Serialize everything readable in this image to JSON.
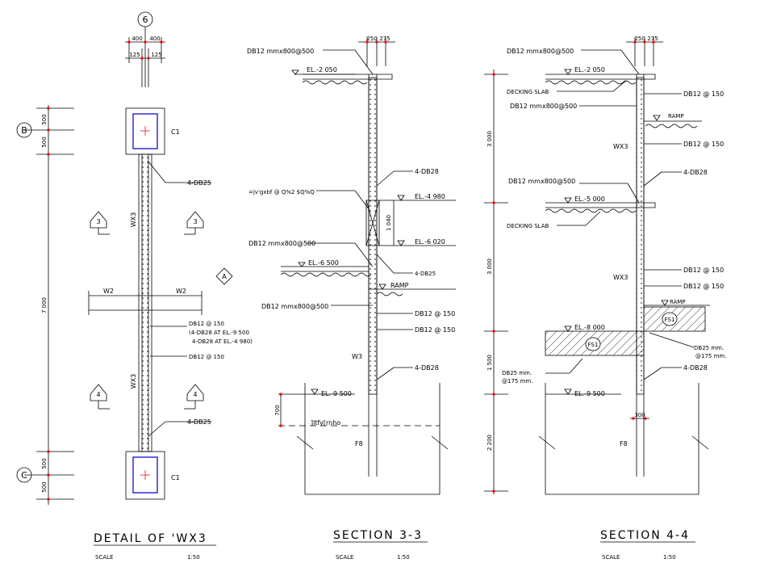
{
  "detail": {
    "grid_top": "6",
    "grid_b": "B",
    "grid_c": "C",
    "dim_top_left": "400",
    "dim_top_right": "400",
    "dim_top_left2": "125",
    "dim_top_right2": "125",
    "dim_b_up": "500",
    "dim_b_down": "500",
    "dim_total": "7 000",
    "dim_c_up": "500",
    "dim_c_down": "500",
    "col_label_top": "C1",
    "col_label_bottom": "C1",
    "wall_label_top": "WX3",
    "wall_label_bottom": "WX3",
    "w2_left": "W2",
    "w2_right": "W2",
    "sec_3": "3",
    "sec_4": "4",
    "view_a": "A",
    "bar_top": "4-DB25",
    "bar_mid1": "DB12 @ 150",
    "bar_mid2": "(4-DB28 AT EL.-9 500",
    "bar_mid3": "4-DB28 AT EL.-4 980)",
    "bar_mid4": "DB12 @ 150",
    "bar_bottom": "4-DB25",
    "title": "DETAIL  OF  'WX3",
    "scale_label": "SCALE",
    "scale_value": "1:50"
  },
  "section33": {
    "dim_a": "250",
    "dim_b": "275",
    "n_top": "DB12  mmx800@500",
    "el_top": "EL.-2 050",
    "bar_4db28": "4-DB28",
    "garbled": "=jv'gxbf @ Q%2  $Q%Q",
    "el_4980": "EL.-4 980",
    "dim_1040": "1 040",
    "el_6020": "EL.-6 020",
    "n_mid": "DB12  mmx800@500",
    "el_6500": "EL.-6 500",
    "bar_4db25": "4-DB25",
    "ramp": "RAMP",
    "n_ramp": "DB12  mmx800@500",
    "db12_1": "DB12  @  150",
    "db12_2": "DB12  @  150",
    "w3": "W3",
    "bar_4db28b": "4-DB28",
    "el_9500": "EL.-9 500",
    "dim_700": "700",
    "footnote": "]ltfy[rnho",
    "footing": "F8",
    "title": "SECTION  3-3",
    "scale_label": "SCALE",
    "scale_value": "1:50"
  },
  "section44": {
    "dim_a": "250",
    "dim_b": "275",
    "n_top": "DB12  mmx800@500",
    "el_top": "EL.-2 050",
    "decking1": "DECKING  SLAB",
    "db12_150_a": "DB12  @  150",
    "n_2": "DB12  mmx800@500",
    "ramp1": "RAMP",
    "dim_3000a": "3 000",
    "wx3_a": "WX3",
    "db12_150_b": "DB12  @  150",
    "bar_4db28": "4-DB28",
    "n_3": "DB12  mmx800@500",
    "el_5000": "EL.-5 000",
    "decking2": "DECKING  SLAB",
    "dim_3000b": "3 000",
    "db12_150_c": "DB12  @  150",
    "wx3_b": "WX3",
    "db12_150_d": "DB12  @  150",
    "ramp2": "RAMP",
    "fs1_a": "FS1",
    "el_8000": "EL.-8 000",
    "fs1_b": "FS1",
    "db25_r1": "DB25  mm.",
    "db25_r2": "@175 mm.",
    "bar_4db28b": "4-DB28",
    "db25_l1": "DB25  mm.",
    "db25_l2": "@175 mm.",
    "dim_1500": "1 500",
    "el_9500": "EL.-9 500",
    "dim_300": "300",
    "dim_2200": "2 200",
    "footing": "F8",
    "title": "SECTION  4-4",
    "scale_label": "SCALE",
    "scale_value": "1:50"
  },
  "colors": {
    "line": "#000000",
    "dimension_tick": "#e8141b",
    "column_inner": "#1f1fd6"
  }
}
